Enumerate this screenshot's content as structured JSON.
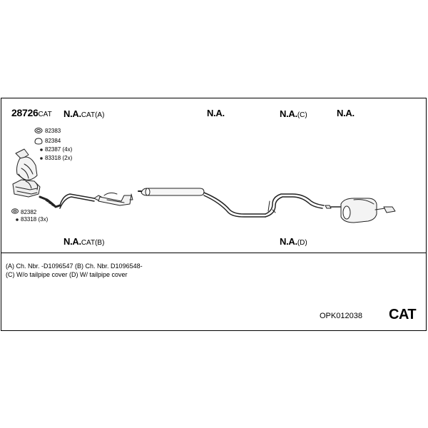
{
  "header": {
    "part_number": "28726",
    "part_suffix": "CAT",
    "na_cat_a": {
      "na": "N.A.",
      "suffix": "CAT(A)"
    },
    "na_1": "N.A.",
    "na_c": {
      "na": "N.A.",
      "suffix": "(C)"
    },
    "na_2": "N.A."
  },
  "lower_labels": {
    "na_cat_b": {
      "na": "N.A.",
      "suffix": "CAT(B)"
    },
    "na_d": {
      "na": "N.A.",
      "suffix": "(D)"
    }
  },
  "parts": [
    {
      "id": "82383"
    },
    {
      "id": "82384"
    },
    {
      "id": "82387 (4x)"
    },
    {
      "id": "83318 (2x)"
    },
    {
      "id": "82382"
    },
    {
      "id": "83318 (3x)"
    }
  ],
  "notes": {
    "line1": "(A) Ch. Nbr. -D1096547 (B) Ch. Nbr. D1096548-",
    "line2": "(C) W/o tailpipe cover (D) W/ tailpipe cover"
  },
  "footer": {
    "code": "OPK012038",
    "type": "CAT"
  }
}
